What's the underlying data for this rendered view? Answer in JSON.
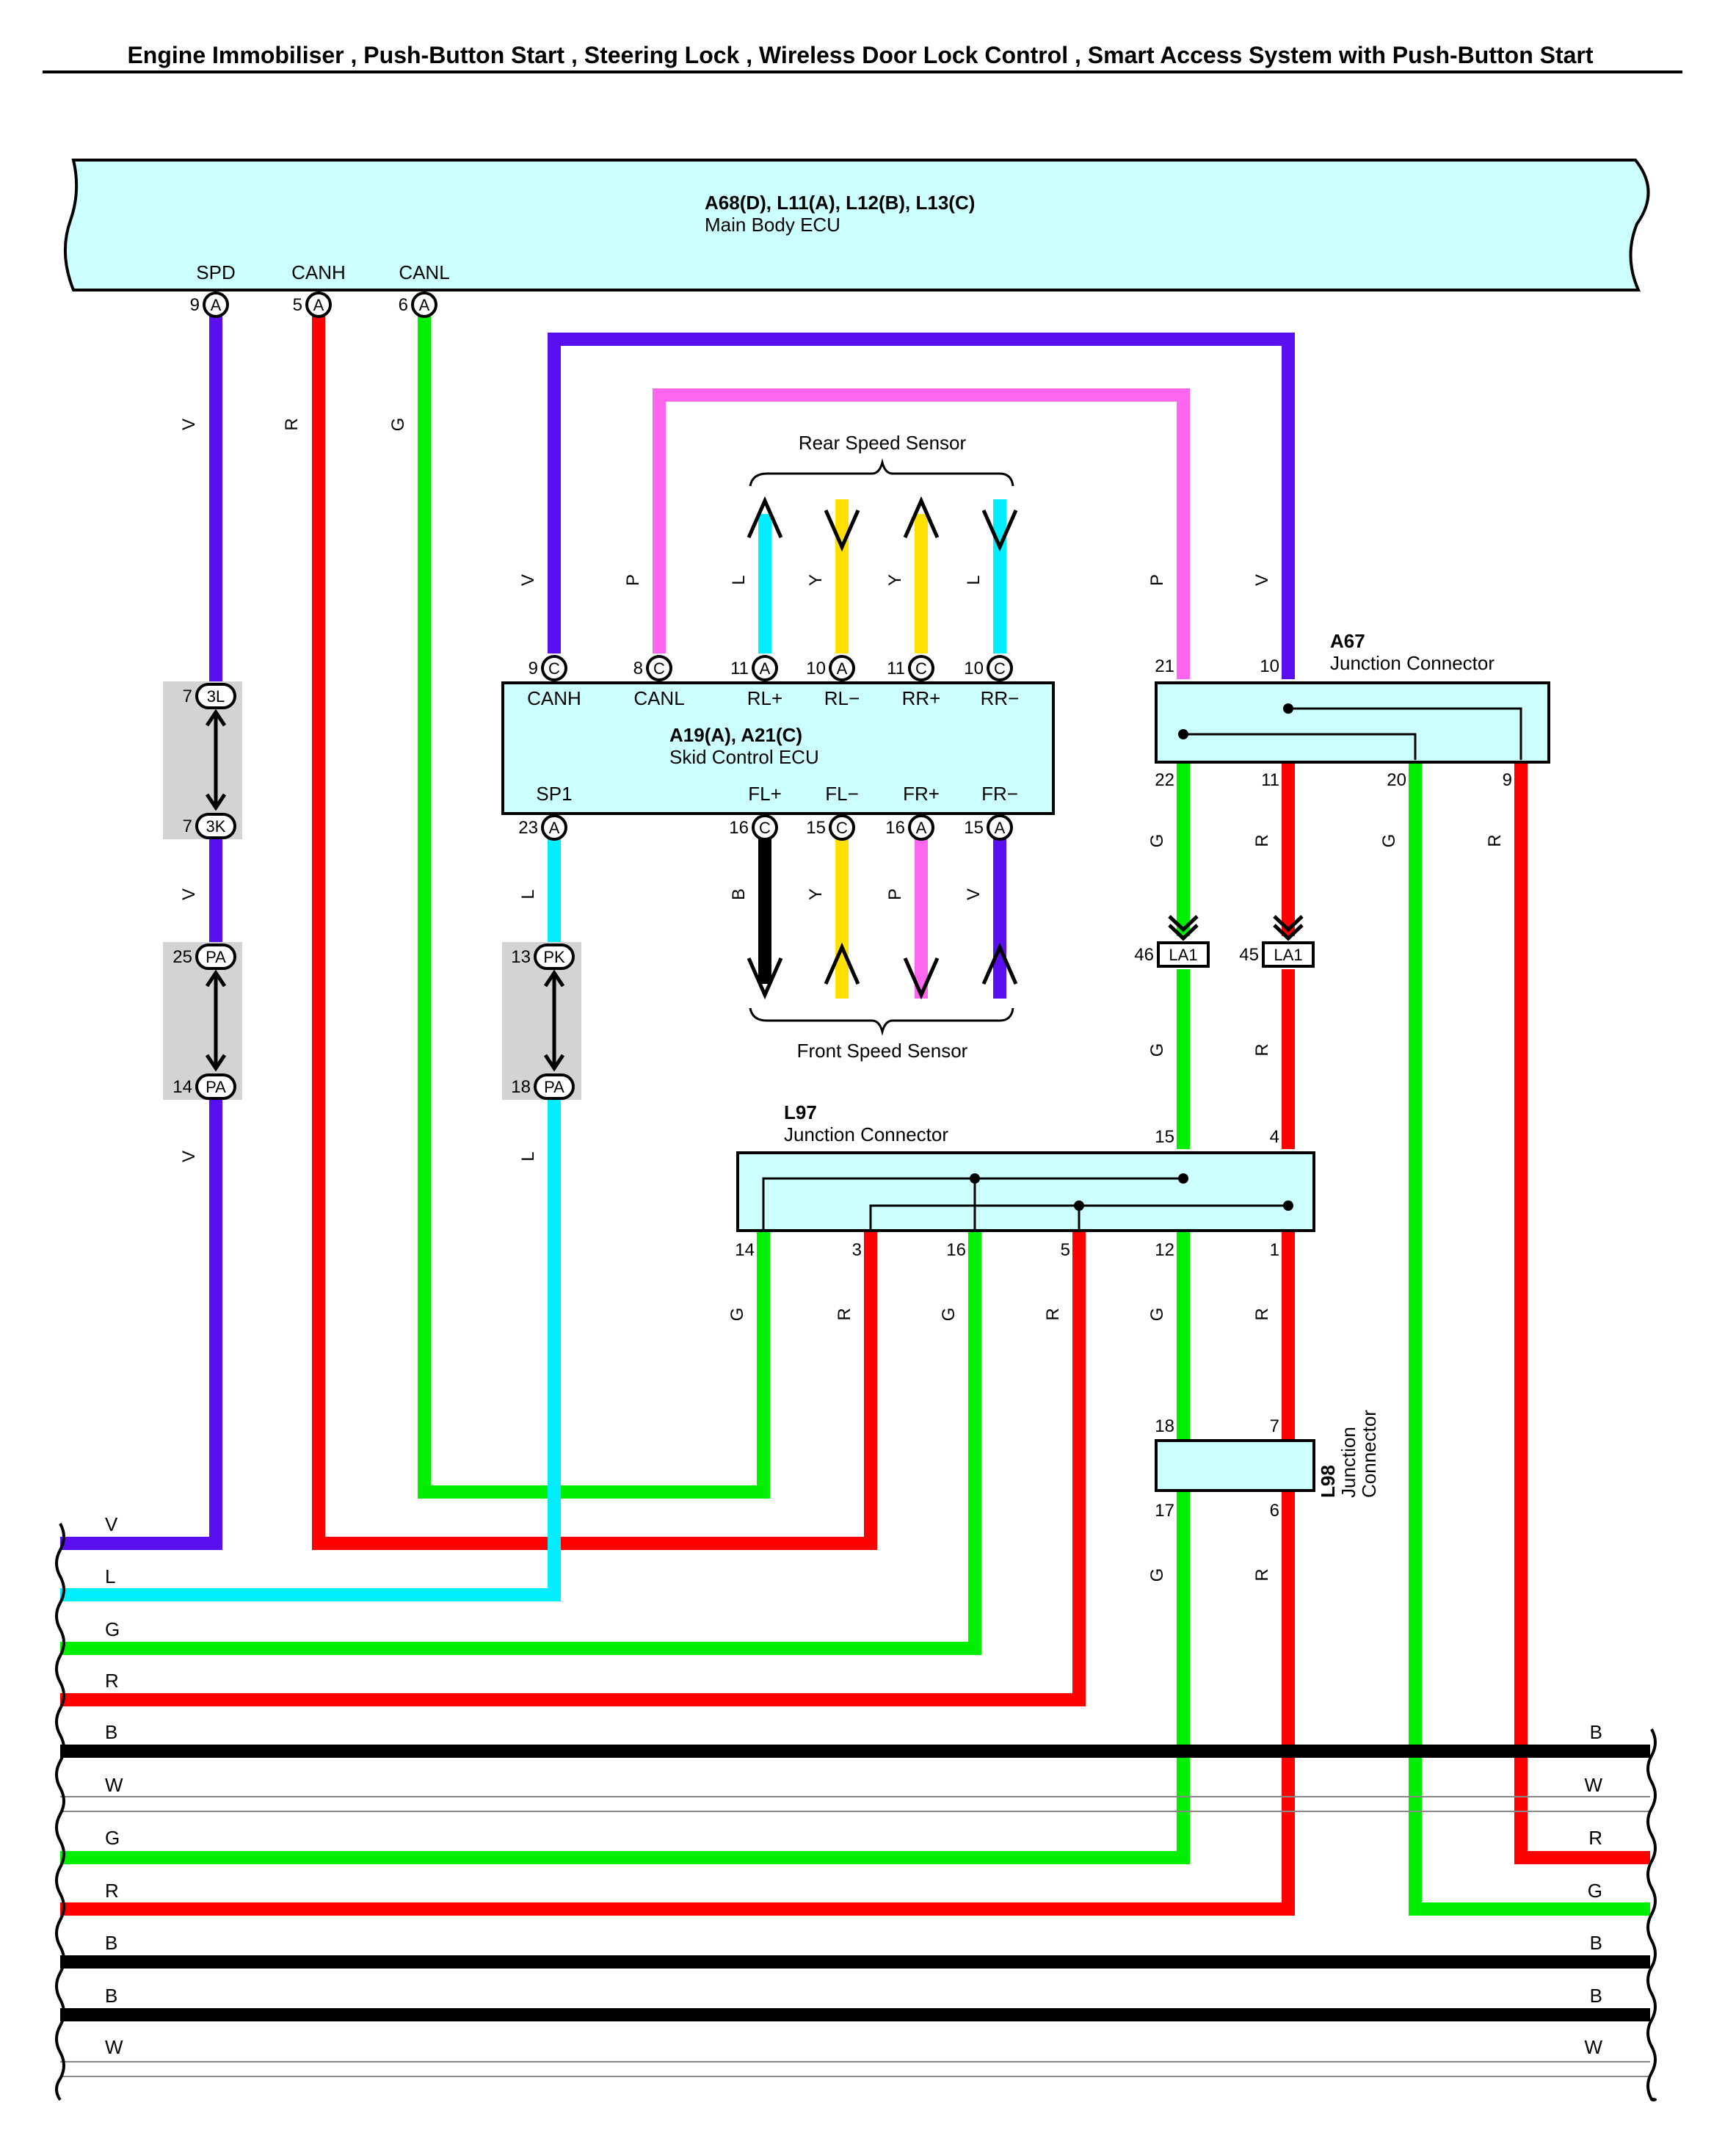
{
  "title": "Engine Immobiliser , Push-Button Start , Steering Lock , Wireless Door Lock Control , Smart Access System with Push-Button Start",
  "colors": {
    "V": "#5a0ff0",
    "R": "#ff0000",
    "G": "#00ee00",
    "L": "#00eeff",
    "Y": "#ffe000",
    "P": "#ff66ee",
    "B": "#000000",
    "W": "#ffffff",
    "box_fill": "#ccffff",
    "splice_fill": "#d3d3d3"
  },
  "main_body_ecu": {
    "codes": "A68(D), L11(A), L12(B), L13(C)",
    "name": "Main Body ECU",
    "pins": [
      {
        "num": "9",
        "conn": "A",
        "label": "SPD"
      },
      {
        "num": "5",
        "conn": "A",
        "label": "CANH"
      },
      {
        "num": "6",
        "conn": "A",
        "label": "CANL"
      }
    ]
  },
  "skid_ecu": {
    "codes": "A19(A), A21(C)",
    "name": "Skid Control ECU",
    "top_pins": [
      {
        "num": "9",
        "conn": "C",
        "label": "CANH"
      },
      {
        "num": "8",
        "conn": "C",
        "label": "CANL"
      },
      {
        "num": "11",
        "conn": "A",
        "label": "RL+"
      },
      {
        "num": "10",
        "conn": "A",
        "label": "RL−"
      },
      {
        "num": "11",
        "conn": "C",
        "label": "RR+"
      },
      {
        "num": "10",
        "conn": "C",
        "label": "RR−"
      }
    ],
    "bottom_pins": [
      {
        "num": "23",
        "conn": "A",
        "label": "SP1"
      },
      {
        "num": "16",
        "conn": "C",
        "label": "FL+"
      },
      {
        "num": "15",
        "conn": "C",
        "label": "FL−"
      },
      {
        "num": "16",
        "conn": "A",
        "label": "FR+"
      },
      {
        "num": "15",
        "conn": "A",
        "label": "FR−"
      }
    ]
  },
  "rear_sensor_label": "Rear Speed Sensor",
  "front_sensor_label": "Front Speed Sensor",
  "a67": {
    "code": "A67",
    "name": "Junction Connector",
    "top_pins": [
      "21",
      "10"
    ],
    "bottom_pins": [
      "22",
      "11",
      "20",
      "9"
    ]
  },
  "l97": {
    "code": "L97",
    "name": "Junction Connector",
    "top_pins": [
      "15",
      "4"
    ],
    "bottom_pins": [
      "14",
      "3",
      "16",
      "5",
      "12",
      "1"
    ]
  },
  "l98": {
    "code": "L98",
    "name_line1": "Junction",
    "name_line2": "Connector",
    "top_pins": [
      "18",
      "7"
    ],
    "bottom_pins": [
      "17",
      "6"
    ]
  },
  "inline_connectors": [
    {
      "num": "7",
      "code": "3L"
    },
    {
      "num": "7",
      "code": "3K"
    },
    {
      "num": "25",
      "code": "PA"
    },
    {
      "num": "14",
      "code": "PA"
    },
    {
      "num": "13",
      "code": "PK"
    },
    {
      "num": "18",
      "code": "PA"
    },
    {
      "num": "46",
      "code": "LA1"
    },
    {
      "num": "45",
      "code": "LA1"
    }
  ],
  "wire_labels": {
    "spd_1": "V",
    "spd_2": "V",
    "spd_3": "V",
    "canh_ecu": "R",
    "canl_ecu": "G",
    "skid_canh": "V",
    "skid_canl": "P",
    "rl_plus": "L",
    "rl_minus": "Y",
    "rr_plus": "Y",
    "rr_minus": "L",
    "a67_p": "P",
    "a67_v": "V",
    "sp1_1": "L",
    "sp1_2": "L",
    "fl_plus": "B",
    "fl_minus": "Y",
    "fr_plus": "P",
    "fr_minus": "V",
    "a67_22": "G",
    "a67_11": "R",
    "a67_20": "G",
    "a67_9": "R",
    "la1_46": "G",
    "la1_45": "R",
    "l97_14": "G",
    "l97_3": "R",
    "l97_16": "G",
    "l97_5": "R",
    "l97_12": "G",
    "l97_1": "R",
    "l98_17": "G",
    "l98_6": "R"
  },
  "left_bus_labels": [
    "V",
    "L",
    "G",
    "R",
    "B",
    "W",
    "G",
    "R",
    "B",
    "B",
    "W"
  ],
  "right_bus_labels": [
    "B",
    "W",
    "R",
    "G",
    "B",
    "B",
    "W"
  ]
}
